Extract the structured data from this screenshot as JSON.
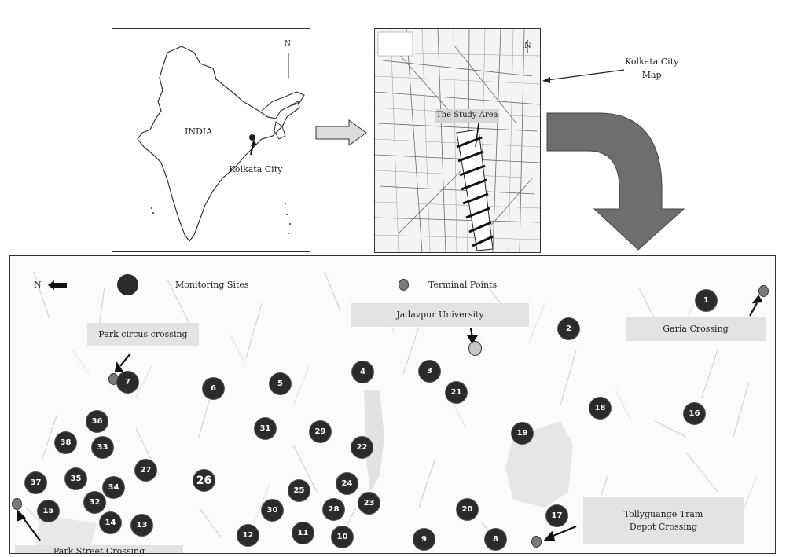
{
  "india_panel": {
    "country_label": "INDIA",
    "city_label": "Kolkata City",
    "north": "N"
  },
  "city_panel": {
    "study_area_label": "The Study Area",
    "north": "N",
    "callout": "Kolkata City\nMap"
  },
  "legend": {
    "north": "N",
    "monitoring_sites": "Monitoring Sites",
    "terminal_points": "Terminal Points"
  },
  "places": {
    "jadavpur": "Jadavpur University",
    "park_circus": "Park circus crossing",
    "garia": "Garia Crossing",
    "tollygunge": "Tollyguange Tram\nDepot Crossing",
    "park_street": "Park Street Crossing"
  },
  "sites": [
    "1",
    "2",
    "3",
    "4",
    "5",
    "6",
    "7",
    "8",
    "9",
    "10",
    "11",
    "12",
    "13",
    "14",
    "15",
    "16",
    "17",
    "18",
    "19",
    "20",
    "21",
    "22",
    "23",
    "24",
    "25",
    "26",
    "27",
    "28",
    "29",
    "30",
    "31",
    "32",
    "33",
    "34",
    "35",
    "36",
    "37",
    "38"
  ],
  "colors": {
    "site_fill": "#2b2b2b",
    "terminal_fill": "#7a7a7a",
    "arrow_fill": "#6e6e6e",
    "label_bg": "#e3e3e3"
  }
}
